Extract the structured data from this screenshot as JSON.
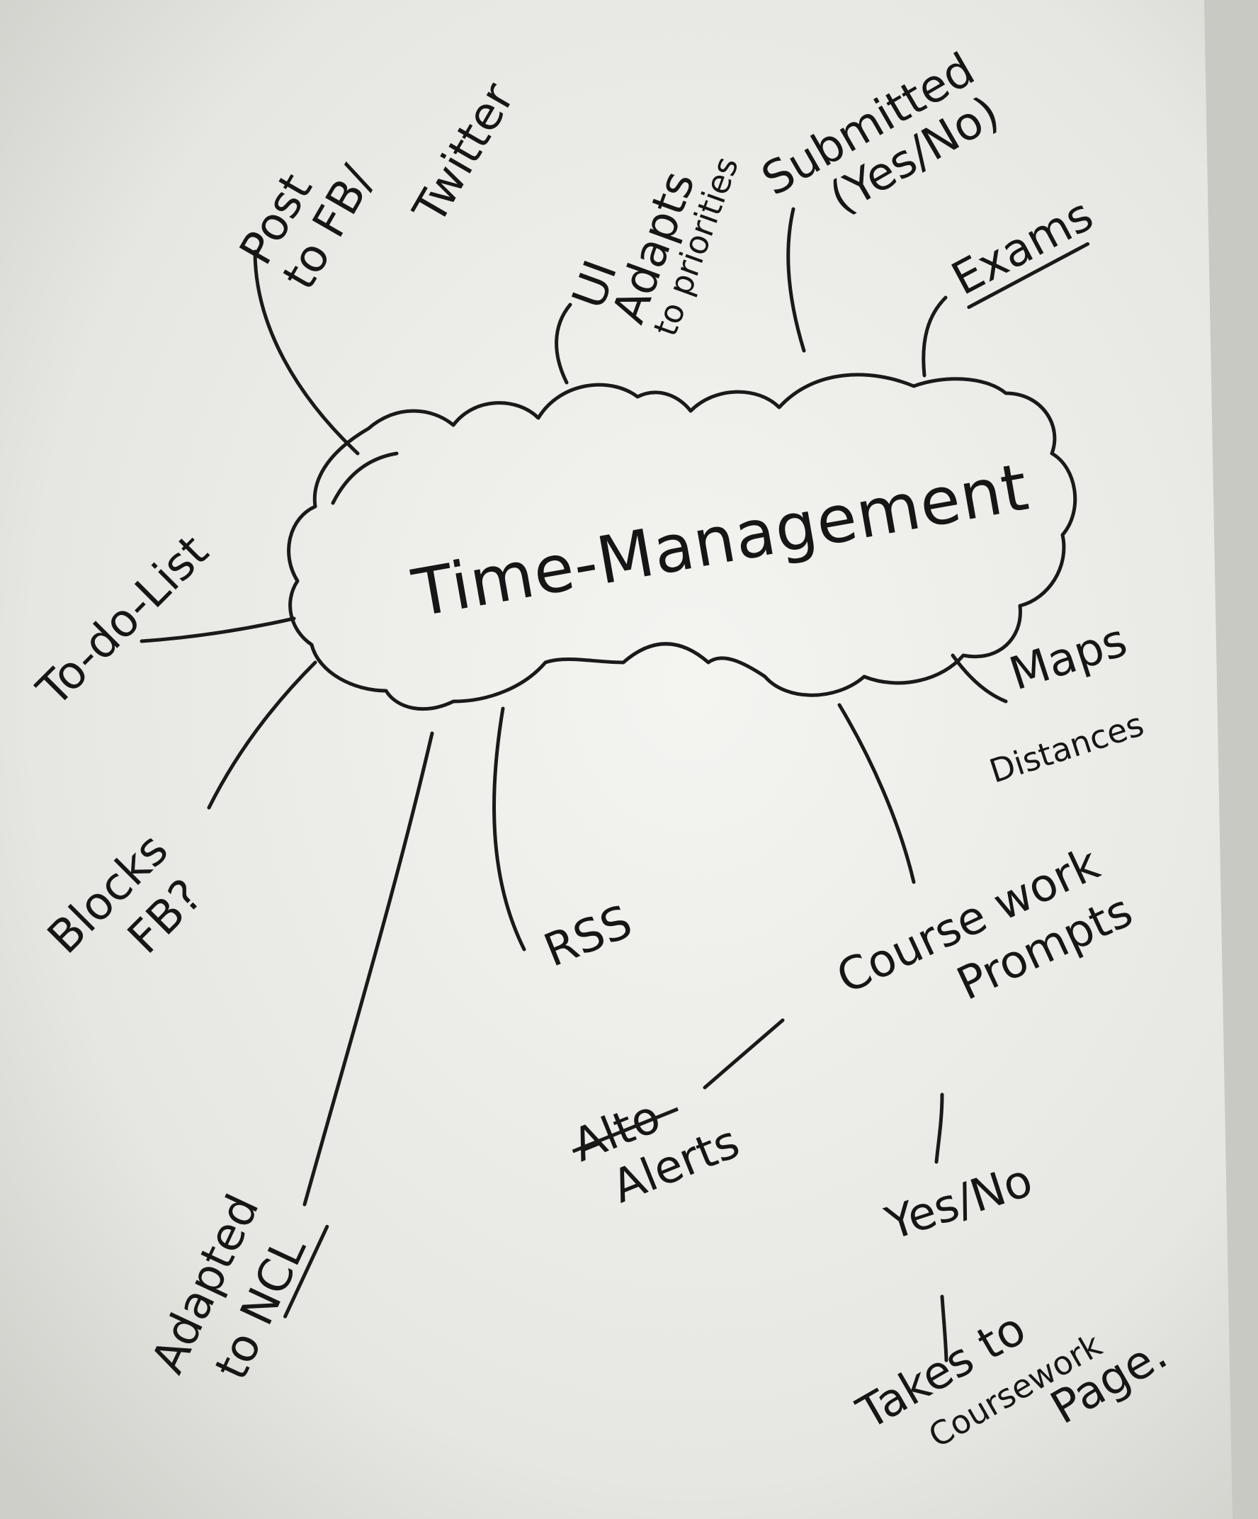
{
  "mindmap": {
    "center": "Time-Management",
    "nodes": {
      "post": [
        "Post",
        "to FB/",
        "Twitter"
      ],
      "ui": [
        "UI",
        "Adapts",
        "to priorities"
      ],
      "submitted": [
        "Submitted",
        "(Yes/No)"
      ],
      "exams": "Exams",
      "todo": "To-do-List",
      "maps": [
        "Maps",
        "Distances"
      ],
      "blocks": [
        "Blocks",
        "FB?"
      ],
      "rss": "RSS",
      "coursework": [
        "Course work",
        "Prompts"
      ],
      "alerts_struck": "Alto",
      "alerts": "Alerts",
      "yesno": "Yes/No",
      "takes": [
        "Takes to",
        "Coursework",
        "Page."
      ],
      "adapted": [
        "Adapted",
        "to NCL"
      ]
    }
  }
}
